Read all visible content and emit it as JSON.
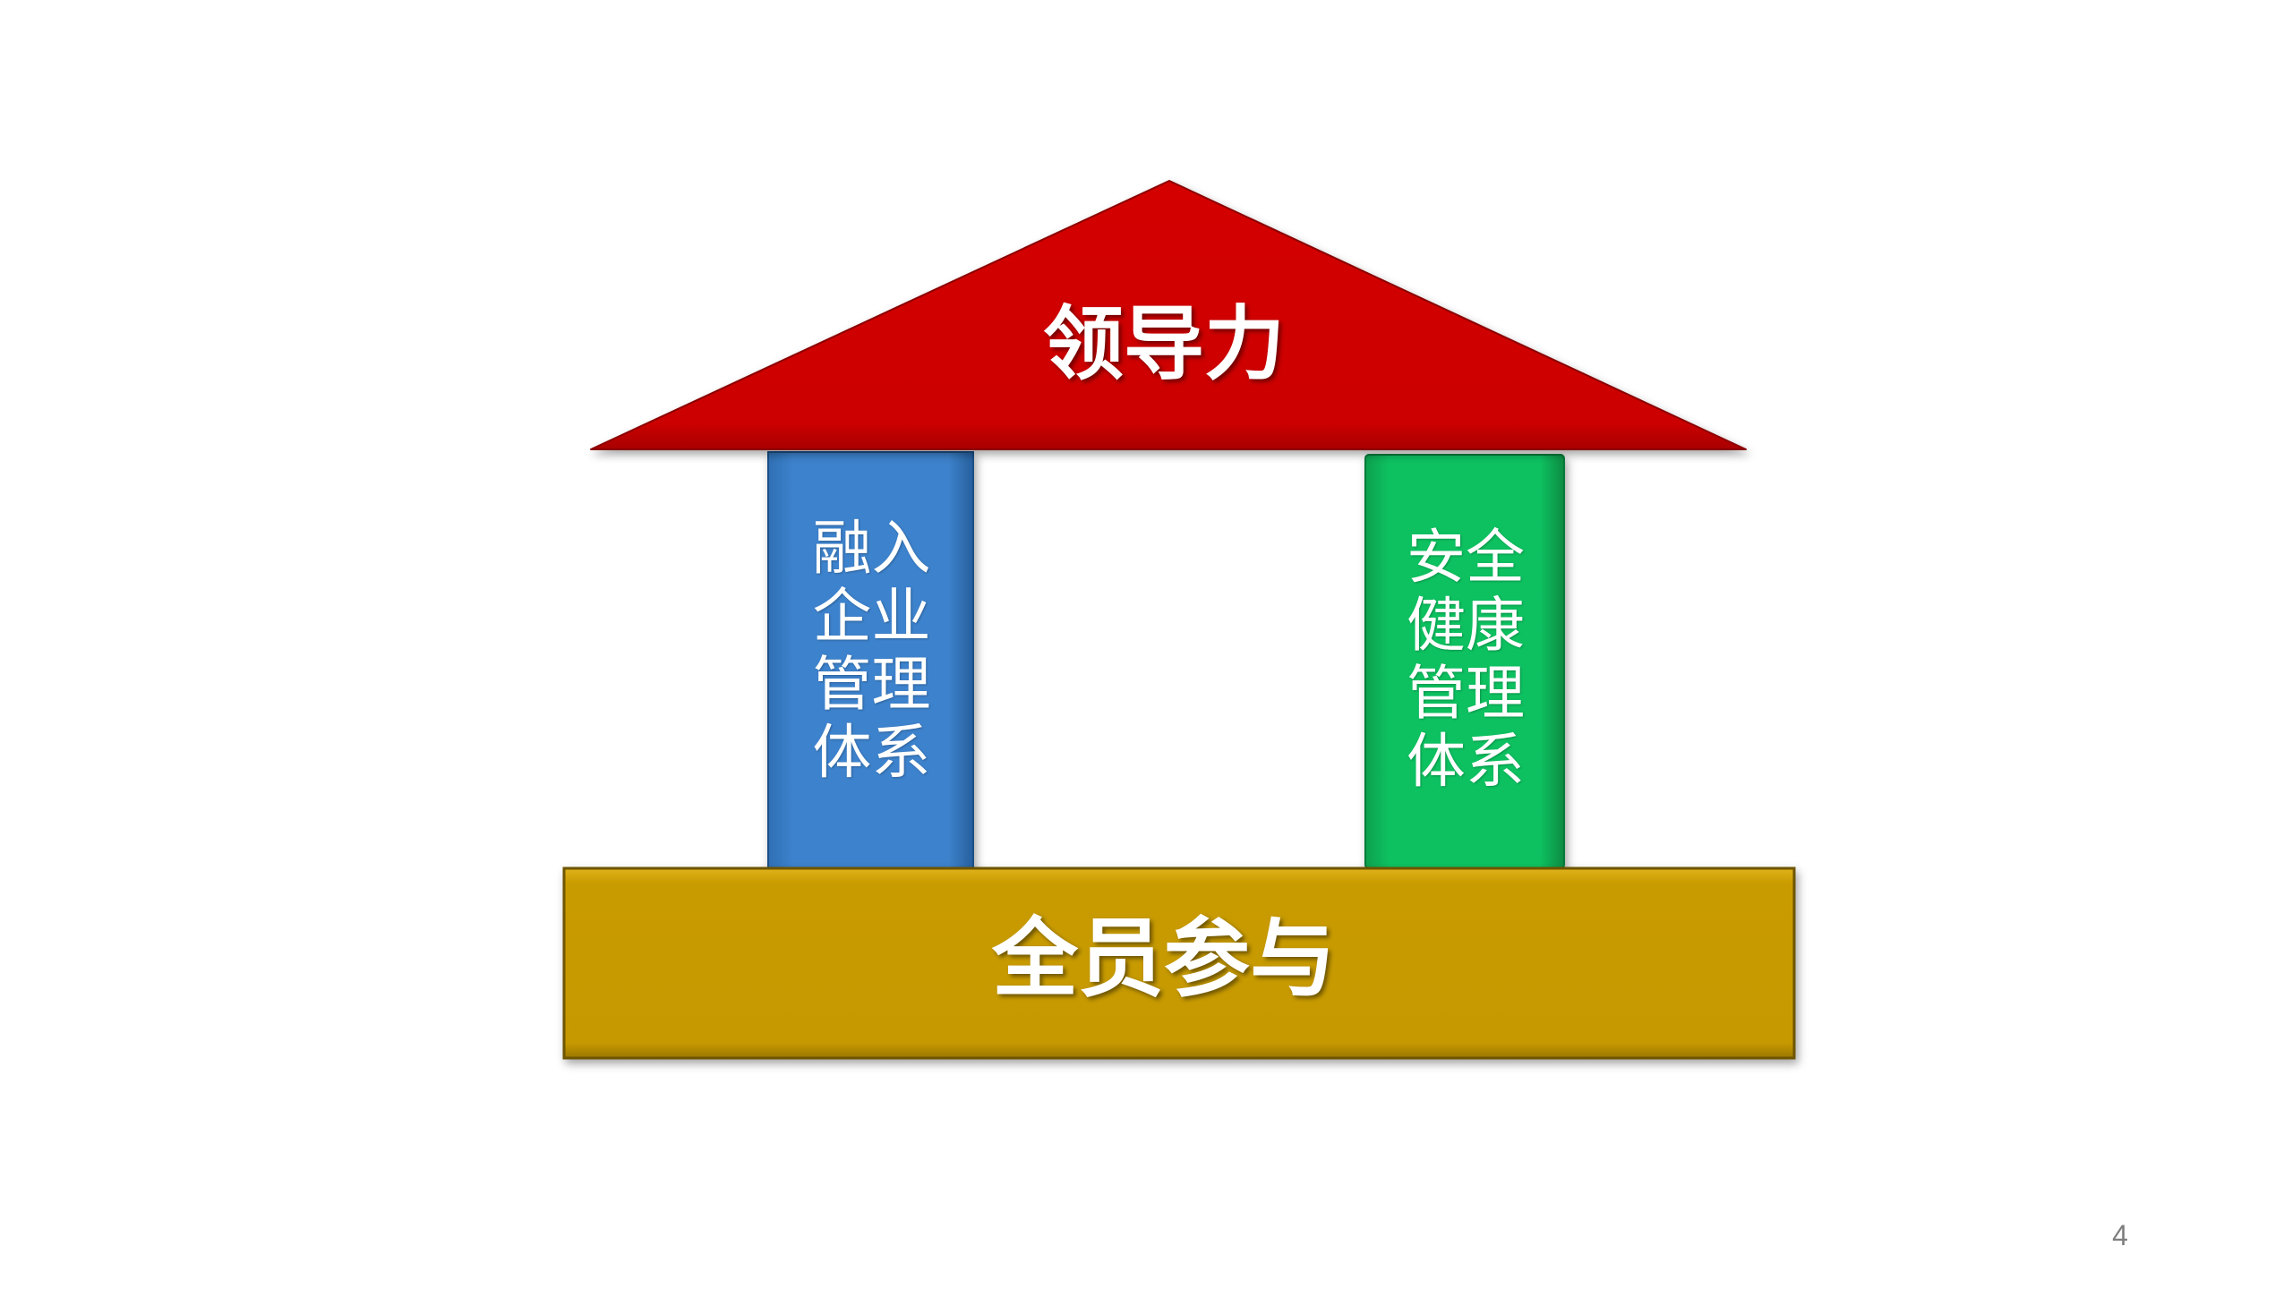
{
  "diagram": {
    "roof": {
      "label": "领导力",
      "color": "#cc0000"
    },
    "left_pillar": {
      "label": "融入\n企业\n管理\n体系",
      "color": "#3a7cc4"
    },
    "right_pillar": {
      "label": "安全\n健康\n管理\n体系",
      "color": "#0cb85a"
    },
    "base": {
      "label": "全员参与",
      "color": "#c69a00"
    }
  },
  "page_number": "4"
}
